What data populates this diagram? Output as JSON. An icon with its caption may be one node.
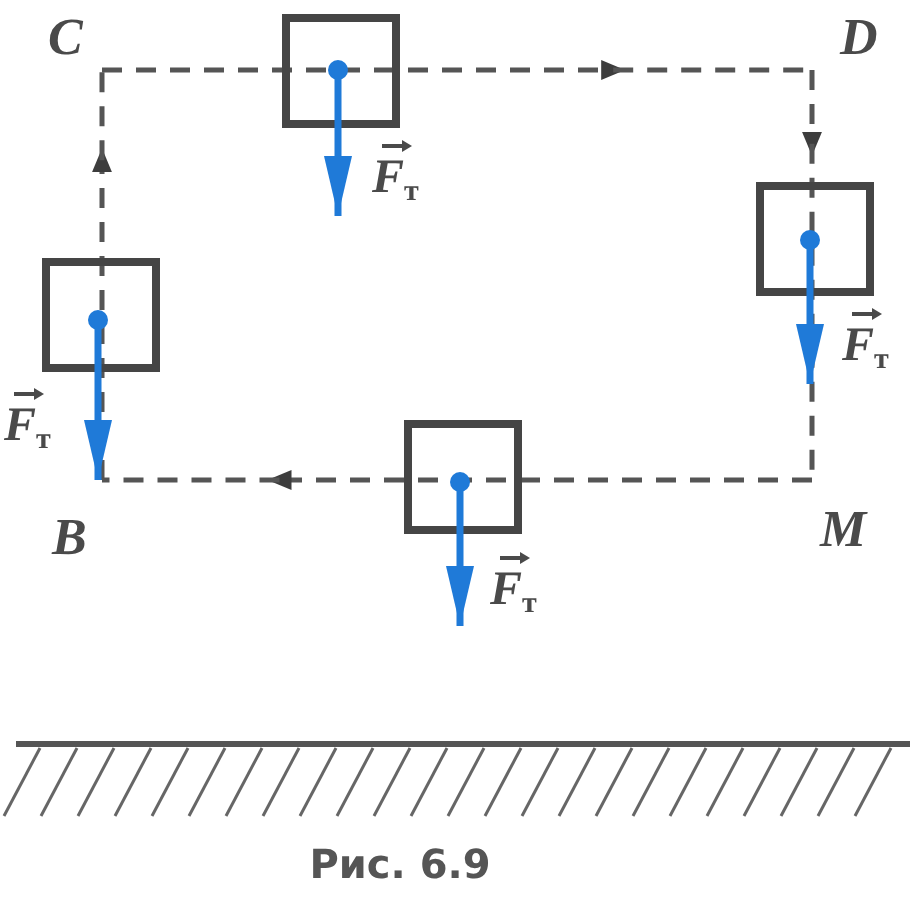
{
  "diagram": {
    "caption": "Рис. 6.9",
    "labels": [
      "C",
      "D",
      "F$_{т}$",
      "F$_{т}$",
      "F$_{т}$",
      "B",
      "M",
      "F$_{т}$"
    ]
  }
}
